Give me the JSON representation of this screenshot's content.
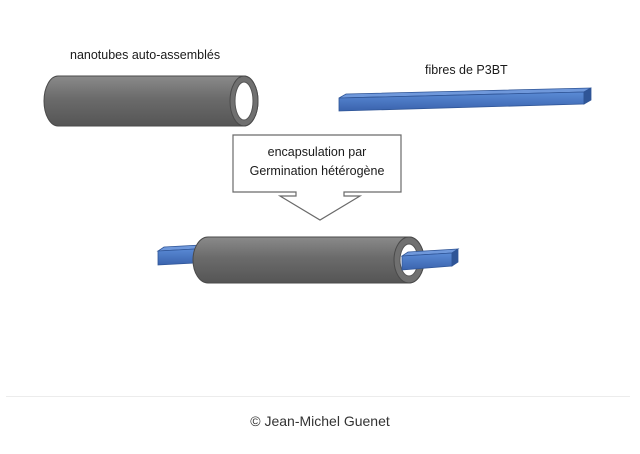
{
  "labels": {
    "nanotubes": "nanotubes auto-assemblés",
    "fibres": "fibres de P3BT"
  },
  "callout": {
    "line1": "encapsulation par",
    "line2": "Germination hétérogène"
  },
  "caption": "© Jean-Michel Guenet",
  "colors": {
    "tube": "#6e6e6e",
    "fibre": "#4472c4",
    "background": "#ffffff"
  }
}
